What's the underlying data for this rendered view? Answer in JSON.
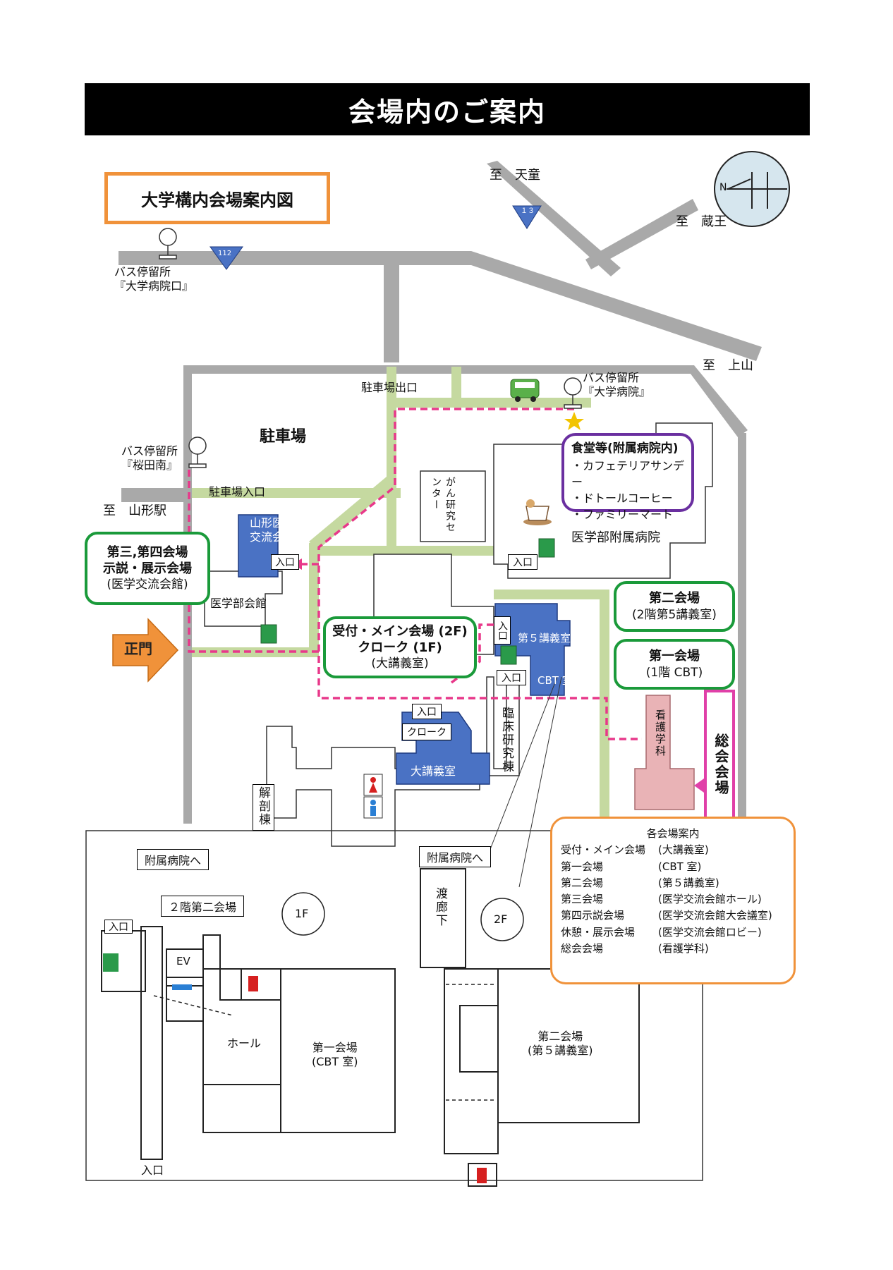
{
  "header": {
    "title": "会場内のご案内"
  },
  "map": {
    "title": "大学構内会場案内図",
    "directions": {
      "tendo": "至　天童",
      "zao": "至　蔵王",
      "kaminoyama": "至　上山",
      "yamagata_station": "至　山形駅"
    },
    "compass_letter": "N",
    "route_shields": {
      "r112": "112",
      "r13": "１３"
    },
    "bus_stops": {
      "daigaku_byoin_guchi": [
        "バス停留所",
        "『大学病院口』"
      ],
      "daigaku_byoin": [
        "バス停留所",
        "『大学病院』"
      ],
      "sakurada_minami": [
        "バス停留所",
        "『桜田南』"
      ]
    },
    "parking": {
      "label": "駐車場",
      "exit": "駐車場出口",
      "entrance": "駐車場入口"
    },
    "main_gate": "正門",
    "buildings": {
      "cancer_center": "がん研究センター",
      "hospital": "医学部附属病院",
      "igaku_kouryu_kaikan": [
        "山形医学",
        "交流会館"
      ],
      "igakubu_kaikan": "医学部会館",
      "lecture_room_5": "第５講義室",
      "cbt_room": "CBT 室",
      "large_lecture_hall": "大講義室",
      "cloak": "クローク",
      "clinical_research": "臨床研究棟",
      "anatomy": "解剖棟",
      "nursing": "看護学科"
    },
    "entrance_label": "入口",
    "callouts": {
      "third_fourth": {
        "title": "第三,第四会場",
        "line2": "示説・展示会場",
        "line3": "(医学交流会館)"
      },
      "reception": {
        "title": "受付・メイン会場 (2F)",
        "line2": "クローク (1F)",
        "line3": "(大講義室)"
      },
      "second": {
        "title": "第二会場",
        "line2": "(2階第5講義室)"
      },
      "first": {
        "title": "第一会場",
        "line2": "(1階 CBT)"
      },
      "food": {
        "title": "食堂等(附属病院内)",
        "items": [
          "・カフェテリアサンデー",
          "・ドトールコーヒー",
          "・ファミリーマート"
        ]
      },
      "general": "総会会場"
    },
    "legend": {
      "title": "各会場案内",
      "rows": [
        {
          "name": "受付・メイン会場",
          "place": "(大講義室)"
        },
        {
          "name": "第一会場",
          "place": "(CBT 室)"
        },
        {
          "name": "第二会場",
          "place": "(第５講義室)"
        },
        {
          "name": "第三会場",
          "place": "(医学交流会館ホール)"
        },
        {
          "name": "第四示説会場",
          "place": "(医学交流会館大会議室)"
        },
        {
          "name": "休憩・展示会場",
          "place": "(医学交流会館ロビー)"
        },
        {
          "name": "総会会場",
          "place": "(看護学科)"
        }
      ]
    },
    "floor_1f": {
      "floor_label": "1F",
      "to_hospital": "附属病院へ",
      "second_floor_venue": "２階第二会場",
      "entrance": "入口",
      "ev": "EV",
      "hall": "ホール",
      "venue": [
        "第一会場",
        "(CBT 室)"
      ]
    },
    "floor_2f": {
      "floor_label": "2F",
      "to_hospital": "附属病院へ",
      "corridor": "渡廊下",
      "venue": [
        "第二会場",
        "(第５講義室)"
      ]
    },
    "colors": {
      "road": "#a9a9a9",
      "path": "#c5d9a0",
      "route": "#e8388a",
      "venue_blue": "#4a72c4",
      "nursing_pink": "#e9b3b6",
      "callout_green": "#1a9a3a",
      "orange": "#f0923a",
      "purple": "#6a2fa0"
    }
  }
}
